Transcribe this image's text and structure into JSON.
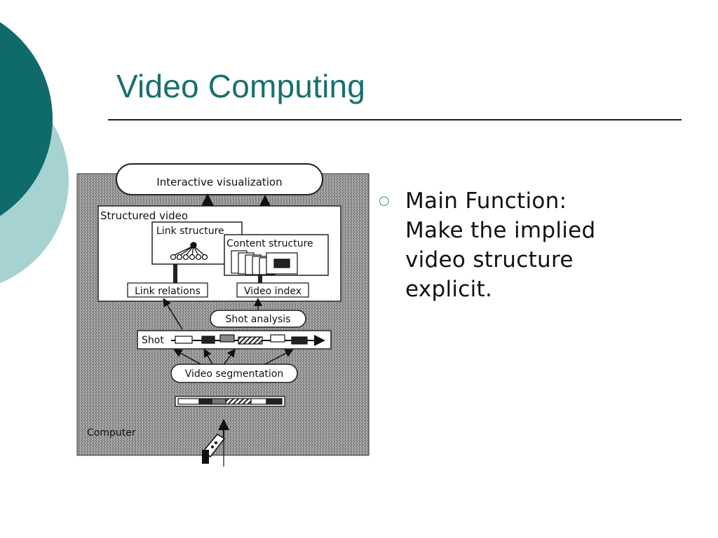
{
  "slide": {
    "title": "Video Computing",
    "bullet": {
      "lines": [
        "Main Function:",
        "Make the implied",
        "video structure",
        "explicit."
      ]
    }
  },
  "theme": {
    "accent_dark": "#17706e",
    "accent_light": "#a6d3d2",
    "bullet_color": "#2a8f8c"
  },
  "icons": {
    "bullet": "hollow-circle-bullet"
  },
  "figure": {
    "labels": {
      "interactive_visualization": "Interactive visualization",
      "structured_video": "Structured video",
      "link_structure": "Link structure",
      "content_structure": "Content structure",
      "link_relations": "Link relations",
      "video_index": "Video index",
      "shot_analysis": "Shot analysis",
      "shot": "Shot",
      "video_segmentation": "Video segmentation",
      "computer": "Computer"
    }
  }
}
